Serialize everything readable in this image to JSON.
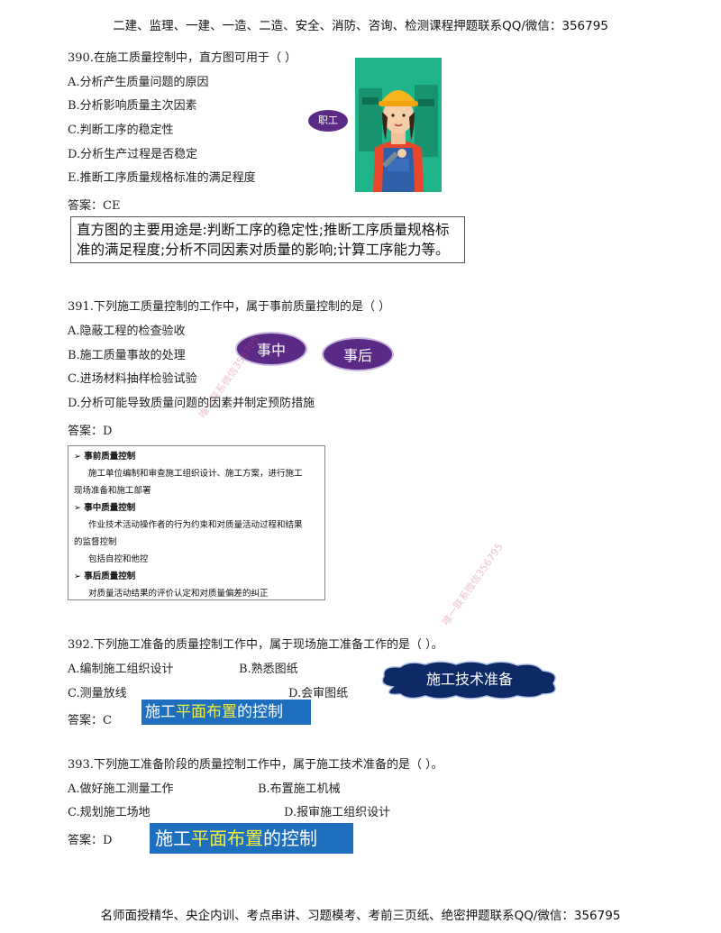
{
  "header": {
    "text": "二建、监理、一建、一造、二造、安全、消防、咨询、检测课程押题联系QQ/微信：356795"
  },
  "footer": {
    "text": "名师面授精华、央企内训、考点串讲、习题模考、考前三页纸、绝密押题联系QQ/微信：356795"
  },
  "q390": {
    "question": "390.在施工质量控制中，直方图可用于（   ）",
    "options": [
      "A.分析产生质量问题的原因",
      "B.分析影响质量主次因素",
      "C.判断工序的稳定性",
      "D.分析生产过程是否稳定",
      "E.推断工序质量规格标准的满足程度"
    ],
    "answer": "答案：CE",
    "note": [
      "直方图的主要用途是:判断工序的稳定性;推断工序质量规格标",
      "准的满足程度;分析不同因素对质量的影响;计算工序能力等。"
    ],
    "tag": "职工"
  },
  "q391": {
    "question": "391.下列施工质量控制的工作中，属于事前质量控制的是（   ）",
    "options": [
      "A.隐蔽工程的检查验收",
      "B.施工质量事故的处理",
      "C.进场材料抽样检验试验",
      "D.分析可能导致质量问题的因素并制定预防措施"
    ],
    "answer": "答案：D",
    "oval1": "事中",
    "oval2": "事后",
    "notes": {
      "h1": "➢ 事前质量控制",
      "t1a": "施工单位编制和审查施工组织设计、施工方案，进行施工",
      "t1b": "现场准备和施工部署",
      "h2": "➢ 事中质量控制",
      "t2a": "作业技术活动操作者的行为约束和对质量活动过程和结果",
      "t2b": "的监督控制",
      "t2c": "包括自控和他控",
      "h3": "➢ 事后质量控制",
      "t3a": "对质量活动结果的评价认定和对质量偏差的纠正"
    }
  },
  "q392": {
    "question": "392.下列施工准备的质量控制工作中，属于现场施工准备工作的是（   ）。",
    "optA": "A.编制施工组织设计",
    "optB": "B.熟悉图纸",
    "optC": "C.测量放线",
    "optD": "D.会审图纸",
    "answer": "答案：C",
    "cloud": "施工技术准备",
    "banner_pre": "施工",
    "banner_hl": "平面布置",
    "banner_post": "的控制"
  },
  "q393": {
    "question": "393.下列施工准备阶段的质量控制工作中，属于施工技术准备的是（   ）。",
    "optA": "A.做好施工测量工作",
    "optB": "B.布置施工机械",
    "optC": "C.规划施工场地",
    "optD": "D.报审施工组织设计",
    "answer": "答案：D",
    "banner_pre": "施工",
    "banner_hl": "平面布置",
    "banner_post": "的控制"
  },
  "watermarks": {
    "wm1": "唯一联系微信356795",
    "wm2": "唯一联系微信356795"
  },
  "colors": {
    "banner": "#1f6fbf",
    "highlight": "#f5ef3a",
    "oval": "#5b2a86",
    "cloud": "#0d2a66",
    "illustration_bg": "#1fb48a"
  }
}
